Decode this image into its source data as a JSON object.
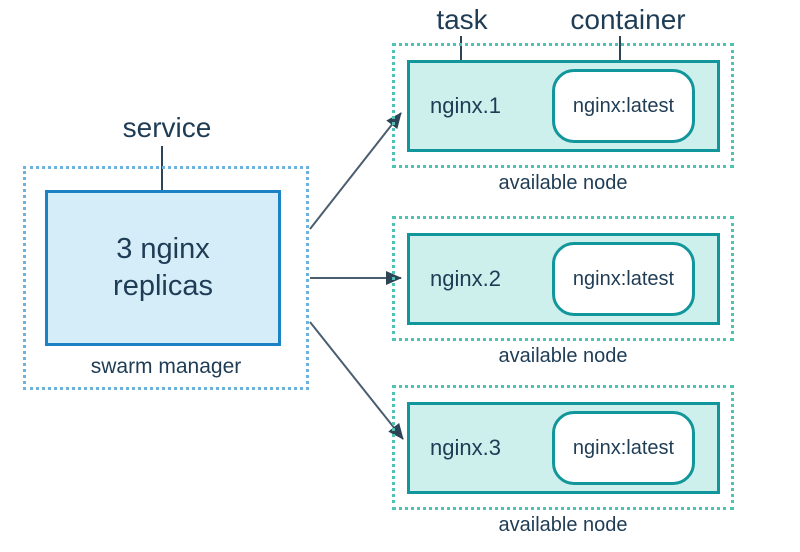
{
  "labels": {
    "service": "service",
    "task": "task",
    "container": "container"
  },
  "manager": {
    "box_line1": "3 nginx",
    "box_line2": "replicas",
    "caption": "swarm manager"
  },
  "nodes": [
    {
      "task_name": "nginx.1",
      "container_image": "nginx:latest",
      "caption": "available node"
    },
    {
      "task_name": "nginx.2",
      "container_image": "nginx:latest",
      "caption": "available node"
    },
    {
      "task_name": "nginx.3",
      "container_image": "nginx:latest",
      "caption": "available node"
    }
  ],
  "colors": {
    "text": "#1f3c55",
    "service_box_border": "#1b82c5",
    "service_box_fill": "#d5ecf9",
    "service_dotted_border": "#6cb2dc",
    "node_box_border": "#10969b",
    "node_box_fill": "#cdf0ed",
    "node_dotted_border": "#4fc3b3",
    "arrow_line": "#4a5e70",
    "arrow_head": "#2d4356"
  }
}
